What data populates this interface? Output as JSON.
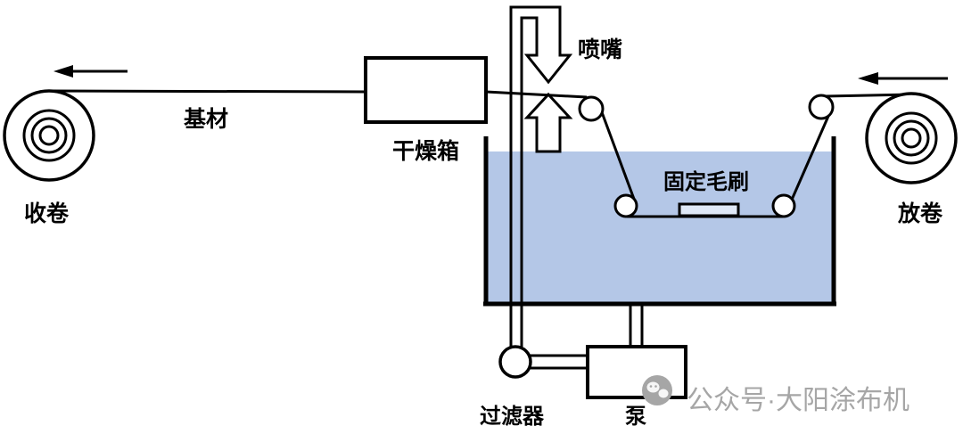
{
  "diagram": {
    "labels": {
      "rewind": "收卷",
      "substrate": "基材",
      "dryer": "干燥箱",
      "nozzle": "喷嘴",
      "fixed_brush": "固定毛刷",
      "unwind": "放卷",
      "filter": "过滤器",
      "pump": "泵"
    },
    "watermark": {
      "text": "公众号·大阳涂布机"
    },
    "colors": {
      "line": "#000000",
      "liquid_fill": "#b4c7e7",
      "watermark_gray": "#a6a6a6",
      "background": "#ffffff"
    }
  }
}
